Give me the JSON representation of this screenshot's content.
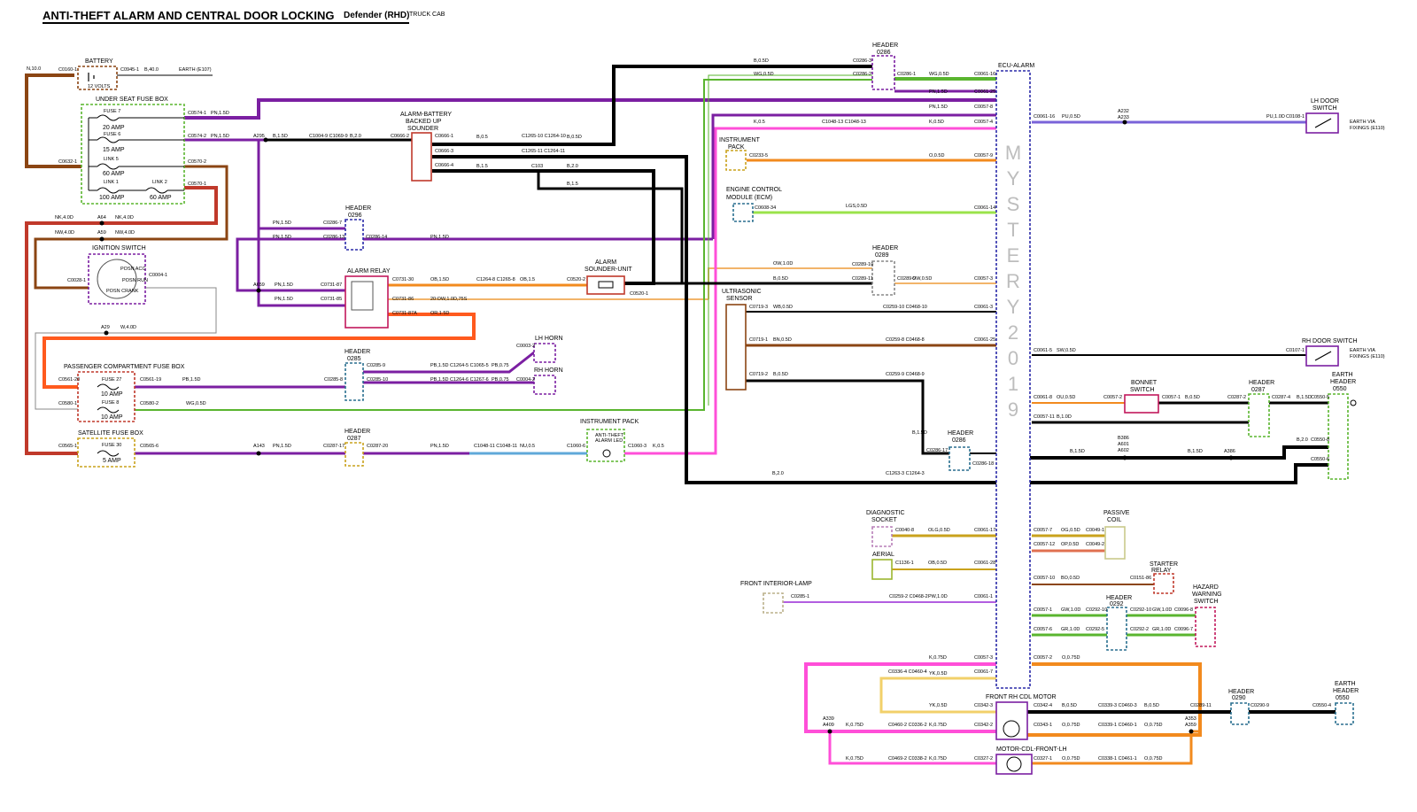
{
  "title": {
    "main": "ANTI-THEFT ALARM AND CENTRAL DOOR LOCKING",
    "model": "Defender (RHD)",
    "variant": "TRUCK CAB"
  },
  "watermark": "MYSTERY2019",
  "colors": {
    "brown": "#8b4513",
    "purple": "#7b1fa2",
    "black": "#000000",
    "pink": "#ff4fd8",
    "green": "#5ab52f",
    "orange": "#f28a1e",
    "lime": "#9be34b",
    "blue": "#7a63d9",
    "red": "#c0392b",
    "yellow": "#e6c01f",
    "navy": "#2a2aa8",
    "teal": "#2a6f8f"
  },
  "components": {
    "battery": {
      "label": "BATTERY",
      "conn_left": "C0160-1",
      "conn_right": "C0945-1",
      "volts": "12 VOLTS"
    },
    "earth_e107": "EARTH (E107)",
    "under_seat_fuse_box": {
      "label": "UNDER SEAT FUSE BOX",
      "fuse7": "FUSE 7",
      "fuse7_rating": "20 AMP",
      "fuse6": "FUSE 6",
      "fuse6_rating": "15 AMP",
      "link5": "LINK 5",
      "link5_rating": "60 AMP",
      "link1": "LINK 1",
      "link1_rating": "100 AMP",
      "link2": "LINK 2",
      "link2_rating": "60 AMP"
    },
    "ignition_switch": {
      "label": "IGNITION SWITCH",
      "conn_left": "C0028-1",
      "conn_right": "C0004-1",
      "pos_acc": "POSN ACC",
      "pos_run": "POSN RUN",
      "pos_crank": "POSN CRANK"
    },
    "passenger_fuse_box": {
      "label": "PASSENGER COMPARTMENT FUSE BOX",
      "fuse27": "FUSE 27",
      "fuse27_rating": "10 AMP",
      "fuse8": "FUSE 8",
      "fuse8_rating": "10 AMP"
    },
    "satellite_fuse_box": {
      "label": "SATELLITE FUSE BOX",
      "fuse30": "FUSE 30",
      "fuse30_rating": "5 AMP"
    },
    "alarm_sounder": {
      "label1": "ALARM-BATTERY",
      "label2": "BACKED UP",
      "label3": "SOUNDER"
    },
    "alarm_relay": {
      "label": "ALARM RELAY"
    },
    "alarm_sounder_unit": {
      "label1": "ALARM",
      "label2": "SOUNDER-UNIT"
    },
    "lh_horn": "LH HORN",
    "rh_horn": "RH HORN",
    "instrument_pack_bottom": {
      "label": "INSTRUMENT PACK",
      "led1": "ANTI-THEFT",
      "led2": "ALARM LED"
    },
    "header_0296": {
      "label1": "HEADER",
      "label2": "0296"
    },
    "header_0285": {
      "label1": "HEADER",
      "label2": "0285"
    },
    "header_0287_left": {
      "label1": "HEADER",
      "label2": "0287"
    },
    "header_0286_top": {
      "label1": "HEADER",
      "label2": "0286"
    },
    "header_0289": {
      "label1": "HEADER",
      "label2": "0289"
    },
    "header_0286_mid": {
      "label1": "HEADER",
      "label2": "0286"
    },
    "instrument_pack_top": {
      "label1": "INSTRUMENT",
      "label2": "PACK"
    },
    "ecm": {
      "label1": "ENGINE CONTROL",
      "label2": "MODULE (ECM)"
    },
    "ultrasonic": {
      "label1": "ULTRASONIC",
      "label2": "SENSOR"
    },
    "ecu_alarm": "ECU-ALARM",
    "lh_door_switch": {
      "label1": "LH DOOR",
      "label2": "SWITCH",
      "earth": "EARTH VIA",
      "earth2": "FIXINGS (E110)"
    },
    "rh_door_switch": {
      "label": "RH DOOR SWITCH",
      "earth": "EARTH VIA",
      "earth2": "FIXINGS (E110)"
    },
    "bonnet_switch": {
      "label1": "BONNET",
      "label2": "SWITCH"
    },
    "header_0287_right": {
      "label1": "HEADER",
      "label2": "0287"
    },
    "earth_header_0550_top": {
      "label1": "EARTH",
      "label2": "HEADER",
      "label3": "0550"
    },
    "diagnostic_socket": {
      "label1": "DIAGNOSTIC",
      "label2": "SOCKET"
    },
    "aerial": "AERIAL",
    "front_interior_lamp": "FRONT INTERIOR-LAMP",
    "passive_coil": {
      "label1": "PASSIVE",
      "label2": "COIL"
    },
    "starter_relay": {
      "label1": "STARTER",
      "label2": "RELAY"
    },
    "header_0292": {
      "label1": "HEADER",
      "label2": "0292"
    },
    "hazard_switch": {
      "label1": "HAZARD",
      "label2": "WARNING",
      "label3": "SWITCH"
    },
    "front_rh_cdl_motor": "FRONT RH CDL MOTOR",
    "motor_cdl_front_lh": "MOTOR-CDL-FRONT-LH",
    "header_0290": {
      "label1": "HEADER",
      "label2": "0290"
    },
    "earth_header_0550_bottom": {
      "label1": "EARTH",
      "label2": "HEADER",
      "label3": "0550"
    }
  },
  "wire_labels": [
    {
      "id": "w1",
      "text": "N,10.0"
    },
    {
      "id": "w2",
      "text": "B,40.0"
    },
    {
      "id": "w3",
      "text": "PN,1.5D"
    },
    {
      "id": "w4",
      "text": "PN,1.5D"
    },
    {
      "id": "w5",
      "text": "A295"
    },
    {
      "id": "w6",
      "text": "B,1.5D"
    },
    {
      "id": "w7",
      "text": "B,2.0"
    },
    {
      "id": "w8",
      "text": "NK,4.0D"
    },
    {
      "id": "w9",
      "text": "A64"
    },
    {
      "id": "w10",
      "text": "NK,4.0D"
    },
    {
      "id": "w11",
      "text": "NW,4.0D"
    },
    {
      "id": "w12",
      "text": "A59"
    },
    {
      "id": "w13",
      "text": "NW,4.0D"
    },
    {
      "id": "w14",
      "text": "A29"
    },
    {
      "id": "w15",
      "text": "W,4.0D"
    },
    {
      "id": "w16",
      "text": "PN,1.5D"
    },
    {
      "id": "w17",
      "text": "PN,1.5D"
    },
    {
      "id": "w18",
      "text": "PN,1.5D"
    },
    {
      "id": "w19",
      "text": "A659"
    },
    {
      "id": "w20",
      "text": "PN,1.5D"
    },
    {
      "id": "w21",
      "text": "PN,1.5D"
    },
    {
      "id": "w22",
      "text": "OB,1.5D"
    },
    {
      "id": "w23",
      "text": "OB,1.5"
    },
    {
      "id": "w24",
      "text": "20:OW,1.0D,75S"
    },
    {
      "id": "w25",
      "text": "OR,1.5D"
    },
    {
      "id": "w26",
      "text": "PB,1.5D"
    },
    {
      "id": "w27",
      "text": "PB,0.75"
    },
    {
      "id": "w28",
      "text": "PB,1.5D"
    },
    {
      "id": "w29",
      "text": "PB,0.75"
    },
    {
      "id": "w30",
      "text": "PB,1.5D"
    },
    {
      "id": "w31",
      "text": "WG,0.5D"
    },
    {
      "id": "w32",
      "text": "A143"
    },
    {
      "id": "w33",
      "text": "PN,1.5D"
    },
    {
      "id": "w34",
      "text": "PN,1.5D"
    },
    {
      "id": "w35",
      "text": "NU,0.5"
    },
    {
      "id": "w36",
      "text": "K,0.5"
    },
    {
      "id": "w37",
      "text": "B,0.5D"
    },
    {
      "id": "w38",
      "text": "WG,0.5D"
    },
    {
      "id": "w39",
      "text": "WG,0.5D"
    },
    {
      "id": "w40",
      "text": "PN,1.5D"
    },
    {
      "id": "w41",
      "text": "PN,1.5D"
    },
    {
      "id": "w42",
      "text": "K,0.5"
    },
    {
      "id": "w43",
      "text": "K,0.5D"
    },
    {
      "id": "w44",
      "text": "B,0.5"
    },
    {
      "id": "w45",
      "text": "B,0.5D"
    },
    {
      "id": "w46",
      "text": "B,1.5"
    },
    {
      "id": "w47",
      "text": "B,2.0"
    },
    {
      "id": "w48",
      "text": "C103"
    },
    {
      "id": "w49",
      "text": "B,1.5"
    },
    {
      "id": "w50",
      "text": "O,0.5D"
    },
    {
      "id": "w51",
      "text": "LGS,0.5D"
    },
    {
      "id": "w52",
      "text": "OW,1.0D"
    },
    {
      "id": "w53",
      "text": "B,0.5D"
    },
    {
      "id": "w54",
      "text": "OW,0.5D"
    },
    {
      "id": "w55",
      "text": "WB,0.5D"
    },
    {
      "id": "w56",
      "text": "BN,0.5D"
    },
    {
      "id": "w57",
      "text": "B,0.5D"
    },
    {
      "id": "w58",
      "text": "B,1.5D"
    },
    {
      "id": "w59",
      "text": "B,2.0"
    },
    {
      "id": "w60",
      "text": "PU,0.5D"
    },
    {
      "id": "w61",
      "text": "A232"
    },
    {
      "id": "w62",
      "text": "A233"
    },
    {
      "id": "w63",
      "text": "PU,1.0D"
    },
    {
      "id": "w64",
      "text": "SW,0.5D"
    },
    {
      "id": "w65",
      "text": "OU,0.5D"
    },
    {
      "id": "w66",
      "text": "B,0.5D"
    },
    {
      "id": "w67",
      "text": "B,1.0D"
    },
    {
      "id": "w68",
      "text": "B,1.5D"
    },
    {
      "id": "w69",
      "text": "B386"
    },
    {
      "id": "w70",
      "text": "A601"
    },
    {
      "id": "w71",
      "text": "A602"
    },
    {
      "id": "w72",
      "text": "B,1.5D"
    },
    {
      "id": "w73",
      "text": "B,1.5D"
    },
    {
      "id": "w74",
      "text": "A386"
    },
    {
      "id": "w75",
      "text": "OLG,0.5D"
    },
    {
      "id": "w76",
      "text": "OG,0.5D"
    },
    {
      "id": "w77",
      "text": "OB,0.5D"
    },
    {
      "id": "w78",
      "text": "OP,0.5D"
    },
    {
      "id": "w79",
      "text": "BO,0.5D"
    },
    {
      "id": "w80",
      "text": "PW,1.0D"
    },
    {
      "id": "w81",
      "text": "GW,1.0D"
    },
    {
      "id": "w82",
      "text": "GW,1.0D"
    },
    {
      "id": "w83",
      "text": "GR,1.0D"
    },
    {
      "id": "w84",
      "text": "GR,1.0D"
    },
    {
      "id": "w85",
      "text": "K,0.75D"
    },
    {
      "id": "w86",
      "text": "YK,0.5D"
    },
    {
      "id": "w87",
      "text": "YK,0.5D"
    },
    {
      "id": "w88",
      "text": "K,0.75D"
    },
    {
      "id": "w89",
      "text": "K,0.75D"
    },
    {
      "id": "w90",
      "text": "O,0.75D"
    },
    {
      "id": "w91",
      "text": "B,0.5D"
    },
    {
      "id": "w92",
      "text": "B,0.5D"
    },
    {
      "id": "w93",
      "text": "O,0.75D"
    },
    {
      "id": "w94",
      "text": "O,0.75D"
    },
    {
      "id": "w95",
      "text": "O,0.75D"
    },
    {
      "id": "w96",
      "text": "O,0.75D"
    },
    {
      "id": "w97",
      "text": "A339"
    },
    {
      "id": "w98",
      "text": "A409"
    },
    {
      "id": "w99",
      "text": "A353"
    },
    {
      "id": "w100",
      "text": "A359"
    },
    {
      "id": "w101",
      "text": "K,0.75D"
    },
    {
      "id": "w102",
      "text": "K,0.75D"
    },
    {
      "id": "w103",
      "text": "B,2.0"
    }
  ],
  "connectors": [
    {
      "id": "c1",
      "text": "C0574-1"
    },
    {
      "id": "c2",
      "text": "C0574-2"
    },
    {
      "id": "c3",
      "text": "C0632-1"
    },
    {
      "id": "c4",
      "text": "C0570-2"
    },
    {
      "id": "c5",
      "text": "C0570-1"
    },
    {
      "id": "c6",
      "text": "C1004-9 C1069-9"
    },
    {
      "id": "c7",
      "text": "C0666-2"
    },
    {
      "id": "c8",
      "text": "C0666-1"
    },
    {
      "id": "c9",
      "text": "C0666-3"
    },
    {
      "id": "c10",
      "text": "C0666-4"
    },
    {
      "id": "c11",
      "text": "C1265-10 C1264-10"
    },
    {
      "id": "c12",
      "text": "C1265-11 C1264-11"
    },
    {
      "id": "c13",
      "text": "C0286-7"
    },
    {
      "id": "c14",
      "text": "C0286-13"
    },
    {
      "id": "c15",
      "text": "C0286-14"
    },
    {
      "id": "c16",
      "text": "C0731-87"
    },
    {
      "id": "c17",
      "text": "C0731-85"
    },
    {
      "id": "c18",
      "text": "C0731-30"
    },
    {
      "id": "c19",
      "text": "C0731-86"
    },
    {
      "id": "c20",
      "text": "C0731-87A"
    },
    {
      "id": "c21",
      "text": "C1264-8 C1265-8"
    },
    {
      "id": "c22",
      "text": "C0520-2"
    },
    {
      "id": "c23",
      "text": "C0520-1"
    },
    {
      "id": "c24",
      "text": "C0003-2"
    },
    {
      "id": "c25",
      "text": "C0004-2"
    },
    {
      "id": "c26",
      "text": "C0561-20"
    },
    {
      "id": "c27",
      "text": "C0561-19"
    },
    {
      "id": "c28",
      "text": "C0580-1"
    },
    {
      "id": "c29",
      "text": "C0580-2"
    },
    {
      "id": "c30",
      "text": "C0285-8"
    },
    {
      "id": "c31",
      "text": "C0285-9"
    },
    {
      "id": "c32",
      "text": "C0285-10"
    },
    {
      "id": "c33",
      "text": "C1264-5 C1065-5"
    },
    {
      "id": "c34",
      "text": "C1264-6 C1267-6"
    },
    {
      "id": "c35",
      "text": "C0565-1"
    },
    {
      "id": "c36",
      "text": "C0565-6"
    },
    {
      "id": "c37",
      "text": "C0287-17"
    },
    {
      "id": "c38",
      "text": "C0287-20"
    },
    {
      "id": "c39",
      "text": "C1048-11 C1048-11"
    },
    {
      "id": "c40",
      "text": "C1060-6"
    },
    {
      "id": "c41",
      "text": "C1060-3"
    },
    {
      "id": "c42",
      "text": "C0286-3"
    },
    {
      "id": "c43",
      "text": "C0286-2"
    },
    {
      "id": "c44",
      "text": "C0286-1"
    },
    {
      "id": "c45",
      "text": "C0061-16"
    },
    {
      "id": "c46",
      "text": "C0061-25"
    },
    {
      "id": "c47",
      "text": "C0057-8"
    },
    {
      "id": "c48",
      "text": "C1048-13 C1048-13"
    },
    {
      "id": "c49",
      "text": "C0057-4"
    },
    {
      "id": "c50",
      "text": "C0233-5"
    },
    {
      "id": "c51",
      "text": "C0057-9"
    },
    {
      "id": "c52",
      "text": "C0608-34"
    },
    {
      "id": "c53",
      "text": "C0061-14"
    },
    {
      "id": "c54",
      "text": "C0289-10"
    },
    {
      "id": "c55",
      "text": "C0289-11"
    },
    {
      "id": "c56",
      "text": "C0289-9"
    },
    {
      "id": "c57",
      "text": "C0057-3"
    },
    {
      "id": "c58",
      "text": "C0719-3"
    },
    {
      "id": "c59",
      "text": "C0259-10 C0468-10"
    },
    {
      "id": "c60",
      "text": "C0061-3"
    },
    {
      "id": "c61",
      "text": "C0719-1"
    },
    {
      "id": "c62",
      "text": "C0259-8 C0468-8"
    },
    {
      "id": "c63",
      "text": "C0061-25"
    },
    {
      "id": "c64",
      "text": "C0719-2"
    },
    {
      "id": "c65",
      "text": "C0259-9 C0468-9"
    },
    {
      "id": "c66",
      "text": "C0286-17"
    },
    {
      "id": "c67",
      "text": "C0286-18"
    },
    {
      "id": "c68",
      "text": "C1263-3 C1264-3"
    },
    {
      "id": "c69",
      "text": "C0061-16"
    },
    {
      "id": "c70",
      "text": "C0108-1"
    },
    {
      "id": "c71",
      "text": "C0061-5"
    },
    {
      "id": "c72",
      "text": "C0107-1"
    },
    {
      "id": "c73",
      "text": "C0061-8"
    },
    {
      "id": "c74",
      "text": "C0057-2"
    },
    {
      "id": "c75",
      "text": "C0057-1"
    },
    {
      "id": "c76",
      "text": "C0287-2"
    },
    {
      "id": "c77",
      "text": "C0287-4"
    },
    {
      "id": "c78",
      "text": "C0550-5"
    },
    {
      "id": "c79",
      "text": "C0057-11"
    },
    {
      "id": "c80",
      "text": "C0550-8"
    },
    {
      "id": "c81",
      "text": "C0550-6"
    },
    {
      "id": "c82",
      "text": "C0040-8"
    },
    {
      "id": "c83",
      "text": "C0061-17"
    },
    {
      "id": "c84",
      "text": "C1136-1"
    },
    {
      "id": "c85",
      "text": "C0061-28"
    },
    {
      "id": "c86",
      "text": "C0057-7"
    },
    {
      "id": "c87",
      "text": "C0049-1"
    },
    {
      "id": "c88",
      "text": "C0057-12"
    },
    {
      "id": "c89",
      "text": "C0049-2"
    },
    {
      "id": "c90",
      "text": "C0057-10"
    },
    {
      "id": "c91",
      "text": "C0151-86"
    },
    {
      "id": "c92",
      "text": "C0285-1"
    },
    {
      "id": "c93",
      "text": "C0259-2 C0468-2"
    },
    {
      "id": "c94",
      "text": "C0061-1"
    },
    {
      "id": "c95",
      "text": "C0057-1"
    },
    {
      "id": "c96",
      "text": "C0292-10"
    },
    {
      "id": "c97",
      "text": "C0292-10"
    },
    {
      "id": "c98",
      "text": "C0096-8"
    },
    {
      "id": "c99",
      "text": "C0057-6"
    },
    {
      "id": "c100",
      "text": "C0292-5"
    },
    {
      "id": "c101",
      "text": "C0292-2"
    },
    {
      "id": "c102",
      "text": "C0096-7"
    },
    {
      "id": "c103",
      "text": "C0057-3"
    },
    {
      "id": "c104",
      "text": "C0057-2"
    },
    {
      "id": "c105",
      "text": "C0336-4 C0460-4"
    },
    {
      "id": "c106",
      "text": "C0061-7"
    },
    {
      "id": "c107",
      "text": "C0342-3"
    },
    {
      "id": "c108",
      "text": "C0342-4"
    },
    {
      "id": "c109",
      "text": "C0460-2 C0336-2"
    },
    {
      "id": "c110",
      "text": "C0342-2"
    },
    {
      "id": "c111",
      "text": "C0343-1"
    },
    {
      "id": "c112",
      "text": "C0339-1 C0460-1"
    },
    {
      "id": "c113",
      "text": "C0339-3 C0460-3"
    },
    {
      "id": "c114",
      "text": "C0469-2 C0338-2"
    },
    {
      "id": "c115",
      "text": "C0327-2"
    },
    {
      "id": "c116",
      "text": "C0327-1"
    },
    {
      "id": "c117",
      "text": "C0338-1 C0461-1"
    },
    {
      "id": "c118",
      "text": "C0289-11"
    },
    {
      "id": "c119",
      "text": "C0290-9"
    },
    {
      "id": "c120",
      "text": "C0550-4"
    }
  ]
}
